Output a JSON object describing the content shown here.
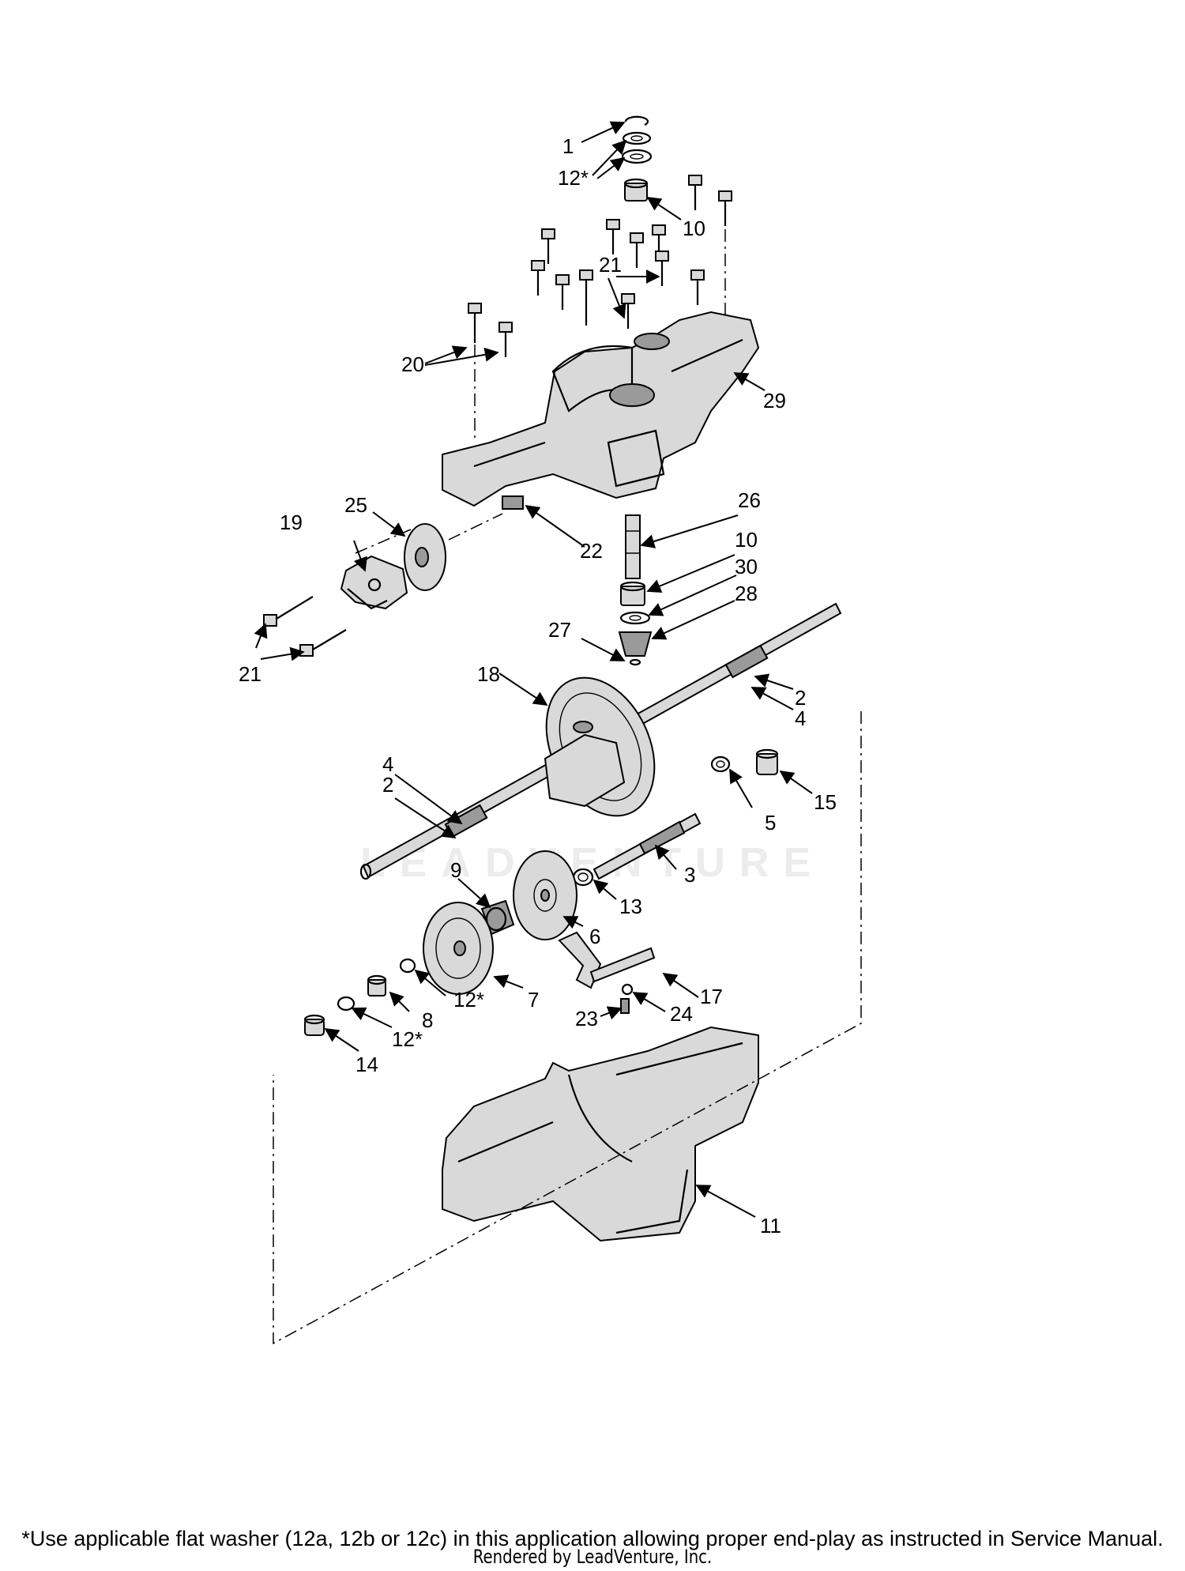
{
  "watermark_text": "LEADVENTURE",
  "callouts": [
    {
      "id": "c1",
      "text": "1"
    },
    {
      "id": "c12a",
      "text": "12*"
    },
    {
      "id": "c10a",
      "text": "10"
    },
    {
      "id": "c21a",
      "text": "21"
    },
    {
      "id": "c20",
      "text": "20"
    },
    {
      "id": "c29",
      "text": "29"
    },
    {
      "id": "c26",
      "text": "26"
    },
    {
      "id": "c19",
      "text": "19"
    },
    {
      "id": "c25",
      "text": "25"
    },
    {
      "id": "c22",
      "text": "22"
    },
    {
      "id": "c10b",
      "text": "10"
    },
    {
      "id": "c30",
      "text": "30"
    },
    {
      "id": "c28",
      "text": "28"
    },
    {
      "id": "c27",
      "text": "27"
    },
    {
      "id": "c21b",
      "text": "21"
    },
    {
      "id": "c18",
      "text": "18"
    },
    {
      "id": "c2a",
      "text": "2"
    },
    {
      "id": "c4a",
      "text": "4"
    },
    {
      "id": "c4b",
      "text": "4"
    },
    {
      "id": "c2b",
      "text": "2"
    },
    {
      "id": "c15",
      "text": "15"
    },
    {
      "id": "c5",
      "text": "5"
    },
    {
      "id": "c3",
      "text": "3"
    },
    {
      "id": "c9",
      "text": "9"
    },
    {
      "id": "c13",
      "text": "13"
    },
    {
      "id": "c6",
      "text": "6"
    },
    {
      "id": "c7",
      "text": "7"
    },
    {
      "id": "c12b",
      "text": "12*"
    },
    {
      "id": "c8",
      "text": "8"
    },
    {
      "id": "c17",
      "text": "17"
    },
    {
      "id": "c23",
      "text": "23"
    },
    {
      "id": "c24",
      "text": "24"
    },
    {
      "id": "c12c",
      "text": "12*"
    },
    {
      "id": "c14",
      "text": "14"
    },
    {
      "id": "c11",
      "text": "11"
    }
  ],
  "footnote": "*Use applicable flat washer (12a, 12b or 12c) in this application allowing proper end-play as instructed in Service Manual.",
  "credit": "Rendered by LeadVenture, Inc."
}
